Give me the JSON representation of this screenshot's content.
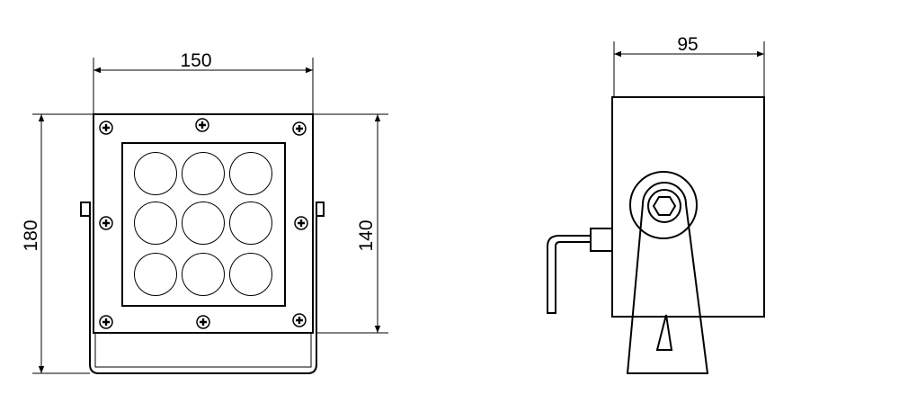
{
  "front_view": {
    "width_label": "150",
    "height_label": "180",
    "panel_height_label": "140"
  },
  "side_view": {
    "depth_label": "95"
  },
  "colors": {
    "line": "#000000",
    "background": "#ffffff"
  }
}
